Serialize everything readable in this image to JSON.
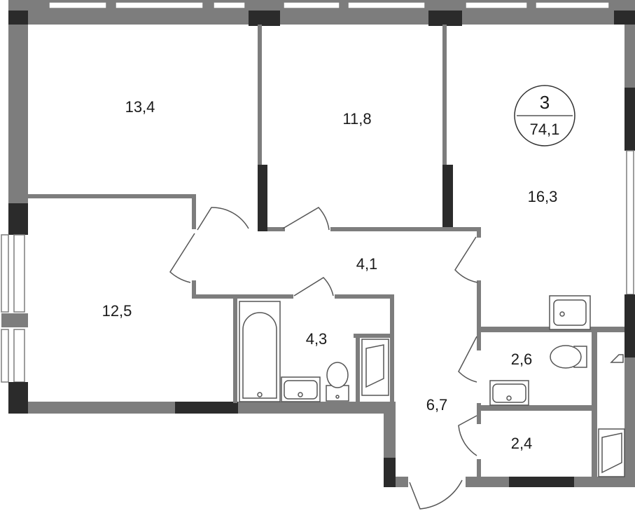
{
  "apartment": {
    "rooms_count": "3",
    "total_area": "74,1"
  },
  "rooms": [
    {
      "id": "bedroom-top-left",
      "area": "13,4"
    },
    {
      "id": "bedroom-top-middle",
      "area": "11,8"
    },
    {
      "id": "living-room",
      "area": "16,3"
    },
    {
      "id": "bedroom-left",
      "area": "12,5"
    },
    {
      "id": "corridor",
      "area": "4,1"
    },
    {
      "id": "bathroom",
      "area": "4,3"
    },
    {
      "id": "hallway",
      "area": "6,7"
    },
    {
      "id": "toilet",
      "area": "2,6"
    },
    {
      "id": "storage",
      "area": "2,4"
    }
  ]
}
